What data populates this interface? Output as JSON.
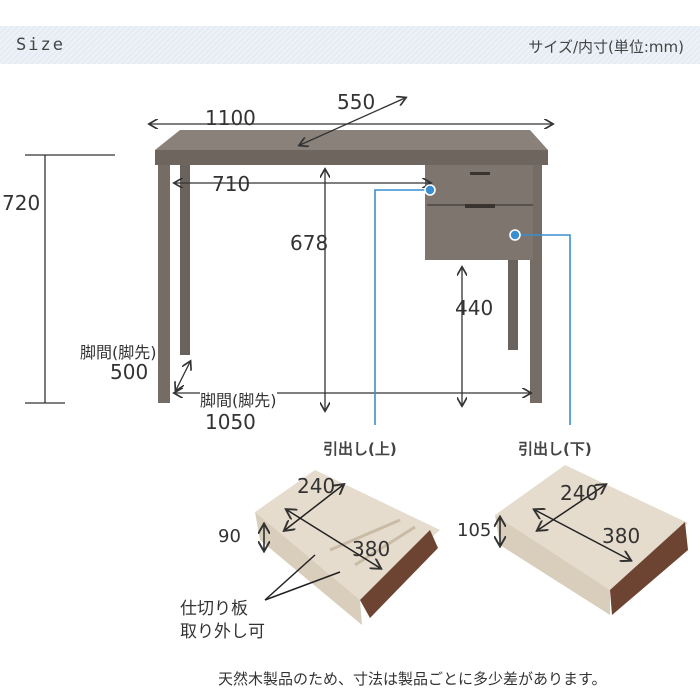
{
  "header": {
    "title": "Size",
    "subtitle": "サイズ/内寸(単位:mm)"
  },
  "desk": {
    "width": "1100",
    "depth": "550",
    "height": "720",
    "inner_width": "710",
    "inner_height": "678",
    "drawer_bottom_height": "440",
    "leg_depth_label": "脚間(脚先)",
    "leg_depth": "500",
    "leg_width_label": "脚間(脚先)",
    "leg_width": "1050"
  },
  "drawers": [
    {
      "title": "引出し(上)",
      "width": "380",
      "depth": "240",
      "height": "90",
      "note_line1": "仕切り板",
      "note_line2": "取り外し可"
    },
    {
      "title": "引出し(下)",
      "width": "380",
      "depth": "240",
      "height": "105"
    }
  ],
  "footer": "天然木製品のため、寸法は製品ごとに多少差があります。",
  "colors": {
    "callout": "#3a8fd0",
    "wood": "#7a716a",
    "drawer_front": "#7a4a38"
  }
}
